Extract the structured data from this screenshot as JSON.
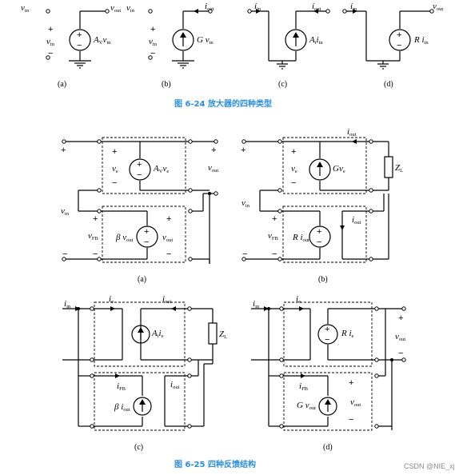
{
  "fig24": {
    "caption": "图 6-24   放大器的四种类型",
    "a": {
      "label": "(a)",
      "vin": "v",
      "vin_sub": "in",
      "vout": "v",
      "vout_sub": "out",
      "plus": "+",
      "minus": "−",
      "vin2": "v",
      "vin2_sub": "in",
      "src": "A",
      "src_sub": "V",
      "src2": "v",
      "src2_sub": "in"
    },
    "b": {
      "label": "(b)",
      "vin": "v",
      "vin_sub": "in",
      "iout": "i",
      "iout_sub": "out",
      "plus": "+",
      "minus": "−",
      "vin2": "v",
      "vin2_sub": "in",
      "src": "G v",
      "src_sub": "in"
    },
    "c": {
      "label": "(c)",
      "iin": "i",
      "iin_sub": "in",
      "iout": "i",
      "iout_sub": "out",
      "src": "A",
      "src_sub": "i",
      "src2": "i",
      "src2_sub": "in"
    },
    "d": {
      "label": "(d)",
      "iin": "i",
      "iin_sub": "in",
      "vout": "v",
      "vout_sub": "out",
      "src": "R i",
      "src_sub": "in"
    }
  },
  "fig25": {
    "caption": "图 6-25   四种反馈结构",
    "a": {
      "label": "(a)",
      "ve": "v",
      "ve_sub": "e",
      "src": "A",
      "src_sub": "V",
      "src2": "v",
      "src2_sub": "e",
      "vout": "v",
      "vout_sub": "out",
      "vin": "v",
      "vin_sub": "in",
      "vfb": "v",
      "vfb_sub": "FB",
      "fb_src": "β v",
      "fb_src_sub": "out",
      "fb_vout": "v",
      "fb_vout_sub": "out",
      "plus": "+",
      "minus": "−"
    },
    "b": {
      "label": "(b)",
      "iout": "i",
      "iout_sub": "out",
      "ve": "v",
      "ve_sub": "e",
      "src": "Gv",
      "src_sub": "e",
      "zl": "Z",
      "zl_sub": "L",
      "vin": "v",
      "vin_sub": "in",
      "vfb": "v",
      "vfb_sub": "FB",
      "fb_src": "R i",
      "fb_src_sub": "out",
      "fb_iout": "i",
      "fb_iout_sub": "out",
      "plus": "+",
      "minus": "−"
    },
    "c": {
      "label": "(c)",
      "iin": "i",
      "iin_sub": "in",
      "ie": "i",
      "ie_sub": "e",
      "iout": "i",
      "iout_sub": "out",
      "src": "A",
      "src_sub": "i",
      "src2": "i",
      "src2_sub": "e",
      "zl": "Z",
      "zl_sub": "L",
      "ifb": "i",
      "ifb_sub": "FB",
      "fb_src": "β i",
      "fb_src_sub": "out",
      "fb_iout": "i",
      "fb_iout_sub": "out"
    },
    "d": {
      "label": "(d)",
      "iin": "i",
      "iin_sub": "in",
      "ie": "i",
      "ie_sub": "e",
      "src": "R i",
      "src_sub": "e",
      "vout": "v",
      "vout_sub": "out",
      "ifb": "i",
      "ifb_sub": "FB",
      "fb_src": "G v",
      "fb_src_sub": "out",
      "fb_vout": "v",
      "fb_vout_sub": "out",
      "plus": "+",
      "minus": "−"
    }
  },
  "watermark": "CSDN @NIE_xj"
}
